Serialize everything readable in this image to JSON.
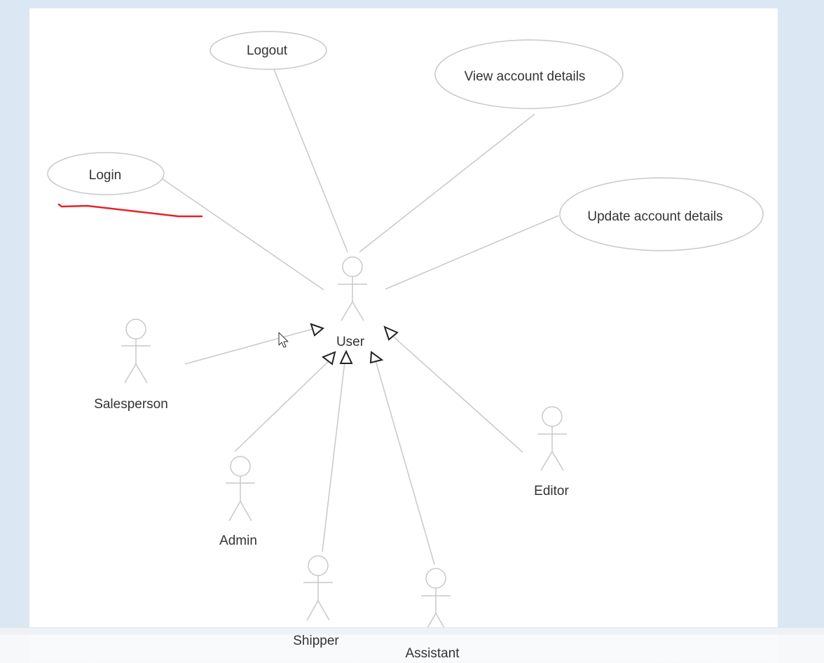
{
  "diagram": {
    "use_cases": {
      "logout": "Logout",
      "view_account_details": "View account details",
      "login": "Login",
      "update_account_details": "Update account details"
    },
    "actors": {
      "user": "User",
      "salesperson": "Salesperson",
      "admin": "Admin",
      "shipper": "Shipper",
      "assistant": "Assistant",
      "editor": "Editor"
    },
    "annotation_color": "#e8212a",
    "arrow_icon": "hollow-triangle-arrowhead",
    "cursor_icon": "mouse-pointer-icon"
  }
}
